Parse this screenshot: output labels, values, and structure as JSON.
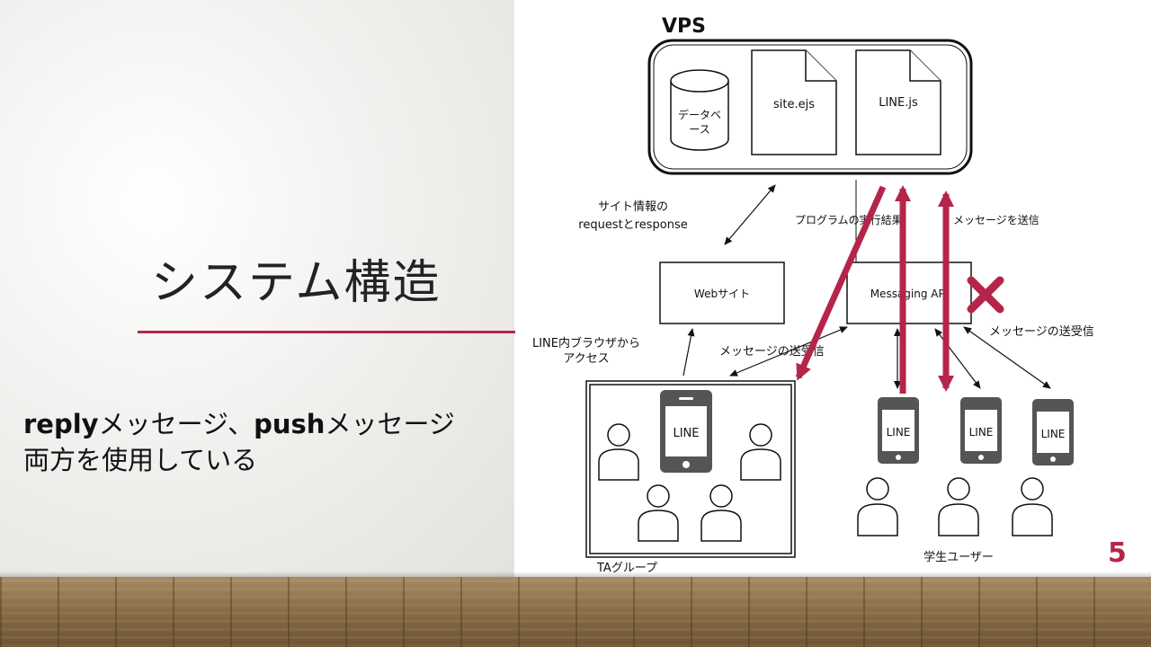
{
  "slide": {
    "title": "システム構造",
    "body_line1_strong_a": "reply",
    "body_line1_text_a": "メッセージ、",
    "body_line1_strong_b": "push",
    "body_line1_text_b": "メッセージ",
    "body_line2": "両方を使用している",
    "page_number": "5"
  },
  "diagram": {
    "vps_label": "VPS",
    "database_line1": "データベ",
    "database_line2": "ース",
    "site_file": "site.ejs",
    "line_file": "LINE.js",
    "site_info_line1": "サイト情報の",
    "site_info_line2": "requestとresponse",
    "program_result": "プログラムの実行結果",
    "send_message": "メッセージを送信",
    "website": "Webサイト",
    "messaging_api": "Messaging API",
    "line_browser_line1": "LINE内ブラウザから",
    "line_browser_line2": "アクセス",
    "msg_send_receive_left": "メッセージの送受信",
    "msg_send_receive_right": "メッセージの送受信",
    "phone_label": "LINE",
    "ta_group": "TAグループ",
    "student_users": "学生ユーザー"
  },
  "colors": {
    "accent": "#b5254a",
    "arrow_red": "#b5254a",
    "phone_gray": "#555555"
  }
}
